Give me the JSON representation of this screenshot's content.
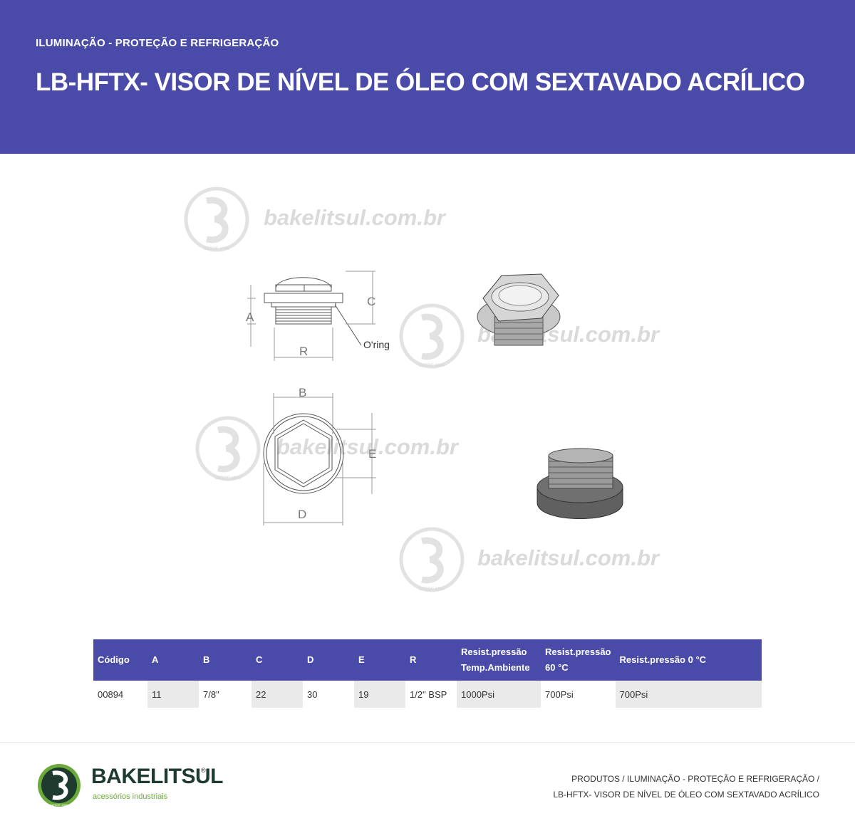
{
  "header": {
    "category": "ILUMINAÇÃO - PROTEÇÃO E REFRIGERAÇÃO",
    "title": "LB-HFTX- VISOR DE NÍVEL DE ÓLEO COM SEXTAVADO ACRÍLICO"
  },
  "watermark": {
    "text": "bakelitsul.com.br",
    "badge": "DESDE 1989"
  },
  "drawing": {
    "side_labels": {
      "a": "A",
      "c": "C",
      "r": "R",
      "oring": "O'ring"
    },
    "top_labels": {
      "b": "B",
      "d": "D",
      "e": "E"
    }
  },
  "table": {
    "headers": {
      "codigo": "Código",
      "a": "A",
      "b": "B",
      "c": "C",
      "d": "D",
      "e": "E",
      "r": "R",
      "res_amb_1": "Resist.pressão",
      "res_amb_2": "Temp.Ambiente",
      "res_60_1": "Resist.pressão",
      "res_60_2": "60 °C",
      "res_0": "Resist.pressão 0 °C"
    },
    "row": {
      "codigo": "00894",
      "a": "11",
      "b": "7/8\"",
      "c": "22",
      "d": "30",
      "e": "19",
      "r": "1/2\" BSP",
      "res_amb": "1000Psi",
      "res_60": "700Psi",
      "res_0": "700Psi"
    }
  },
  "footer": {
    "brand": "BAKELITSUL",
    "reg": "®",
    "subtitle": "acessórios industriais",
    "badge": "DESDE 1989",
    "breadcrumb_line1": "PRODUTOS / ILUMINAÇÃO - PROTEÇÃO E REFRIGERAÇÃO /",
    "breadcrumb_line2": "LB-HFTX- VISOR DE NÍVEL DE ÓLEO COM SEXTAVADO ACRÍLICO"
  },
  "colors": {
    "header_bg": "#4a4aa8",
    "brand_green": "#6aaa3a",
    "brand_dark": "#1f3a2e"
  }
}
